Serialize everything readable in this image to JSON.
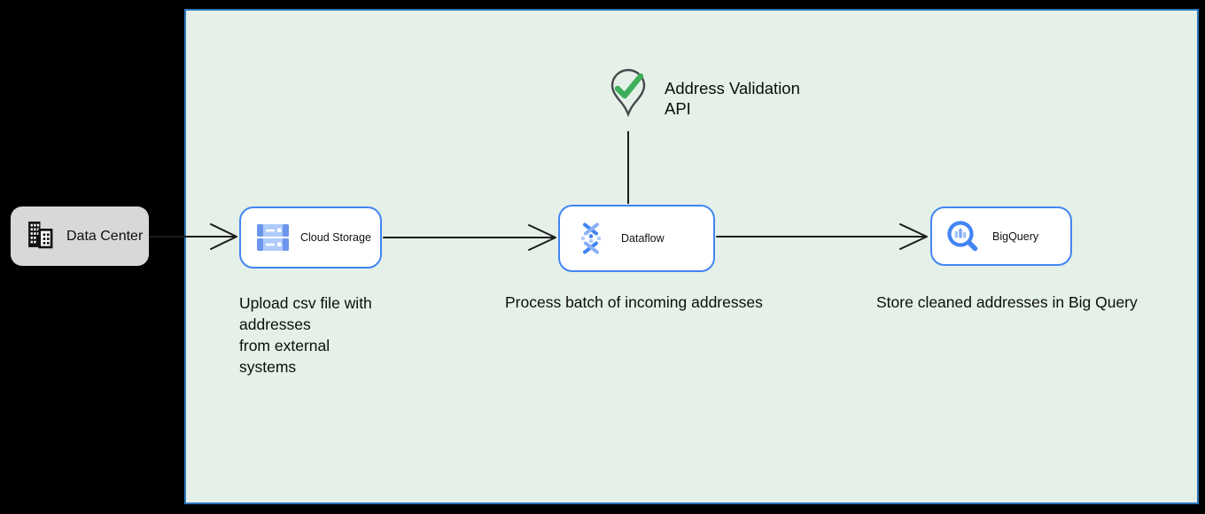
{
  "diagram": {
    "external": {
      "label": "Data Center"
    },
    "nodes": {
      "cloud_storage": {
        "label": "Cloud Storage"
      },
      "dataflow": {
        "label": "Dataflow"
      },
      "bigquery": {
        "label": "BigQuery"
      }
    },
    "annotation": {
      "label": "Address Validation\nAPI"
    },
    "captions": {
      "upload": "Upload csv file with\naddresses\nfrom external\nsystems",
      "process": "Process batch of incoming addresses",
      "store": "Store cleaned addresses in Big Query"
    },
    "colors": {
      "board_fill": "#e4f0e8",
      "board_border": "#2e76ba",
      "node_border": "#4285f4",
      "external_fill": "#d8d8d8",
      "arrow": "#1c1c1c",
      "check_green": "#3fae5a",
      "pin_outline": "#45494c",
      "icon_blue": "#4285f4",
      "icon_blue_light": "#aecbfa"
    }
  }
}
